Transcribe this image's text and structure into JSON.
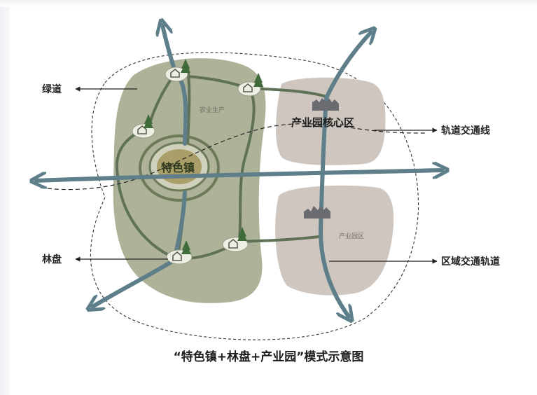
{
  "labels": {
    "greenway": "绿道",
    "forest": "林盘",
    "rail_line": "轨道交通线",
    "regional_rail": "区域交通轨道",
    "agri": "农业生产",
    "town": "特色镇",
    "industry_core": "产业园核心区",
    "industry_park": "产业园区"
  },
  "caption": "“特色镇+林盘+产业园”模式示意图",
  "colors": {
    "green_area": "#aeb298",
    "green_road": "#5f7257",
    "town_ring": "#6d7a58",
    "town_fill": "#aa9f68",
    "park_fill": "#cfc7bf",
    "axis_blue": "#5e7f8a",
    "dashed": "#333333"
  }
}
